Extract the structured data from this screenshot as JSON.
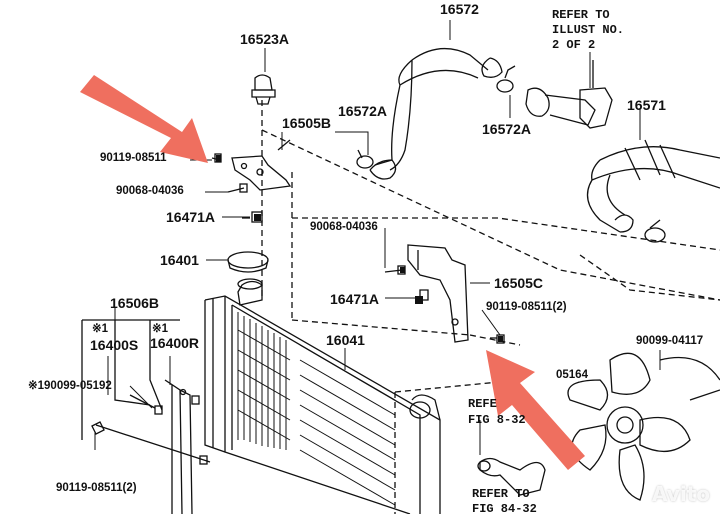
{
  "labels": {
    "p16572": "16572",
    "refer_note_1": "REFER TO",
    "refer_note_2": "ILLUST NO.",
    "refer_note_3": "2 OF 2",
    "p16523A": "16523A",
    "p16505B": "16505B",
    "p16572A_left": "16572A",
    "p16572A_right": "16572A",
    "p16571": "16571",
    "p90119_top": "90119-08511",
    "p90068_left": "90068-04036",
    "p16471A_top": "16471A",
    "p90068_mid": "90068-04036",
    "p16401": "16401",
    "p16505C": "16505C",
    "p16471A_mid": "16471A",
    "p90119_mid": "90119-08511(2)",
    "p16506B": "16506B",
    "p16400S": "16400S",
    "p16400R": "16400R",
    "note_mark_1": "※1",
    "note_mark_2": "※1",
    "p16041": "16041",
    "p90099_right": "90099-04117",
    "p90099_left": "※190099-05192",
    "p05164": "05164",
    "refer_fig_1": "REFE",
    "refer_fig_2": "FIG 8-32",
    "p90119_bottom": "90119-08511(2)",
    "refer_bottom_1": "REFER TO",
    "refer_bottom_2": "FIG 84-32"
  },
  "watermark": "Avito",
  "colors": {
    "arrow": "#ef6f5f",
    "line": "#111111"
  }
}
